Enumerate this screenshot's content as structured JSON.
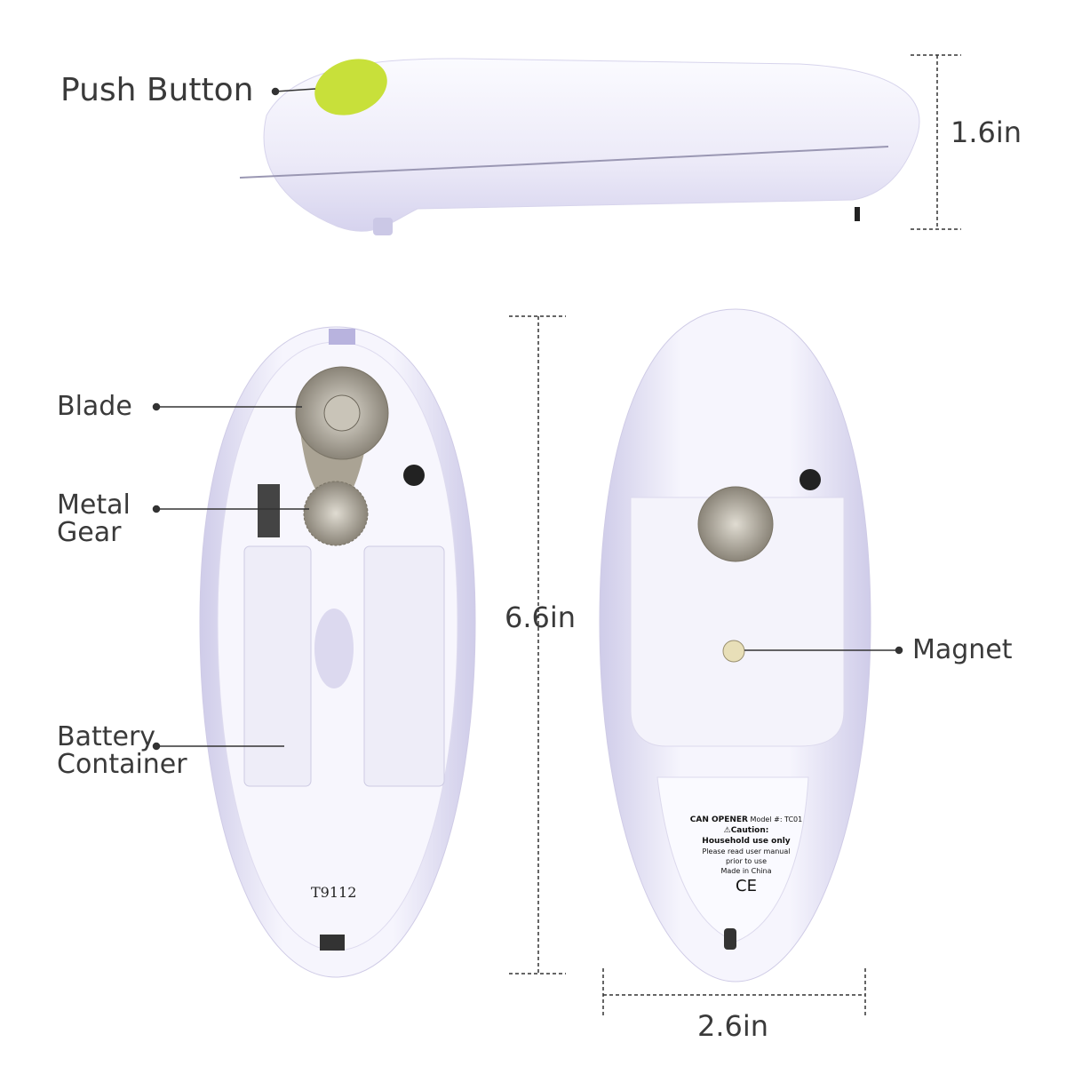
{
  "labels": {
    "push_button": "Push Button",
    "blade": "Blade",
    "metal_gear_line1": "Metal",
    "metal_gear_line2": "Gear",
    "battery_line1": "Battery",
    "battery_line2": "Container",
    "magnet": "Magnet"
  },
  "dimensions": {
    "height": "1.6in",
    "length": "6.6in",
    "width": "2.6in"
  },
  "device_text": {
    "model_code": "T9112",
    "plate_title": "CAN OPENER",
    "plate_model": "Model #: TC01",
    "caution": "⚠Caution:",
    "household": "Household use only",
    "manual_1": "Please read user manual",
    "manual_2": "prior to use",
    "origin": "Made in China",
    "ce_mark": "CE"
  },
  "colors": {
    "button": "#c8e03a",
    "body": "#f1f0fb",
    "shadow": "#c9c6e6",
    "metal": "#9a9488"
  }
}
